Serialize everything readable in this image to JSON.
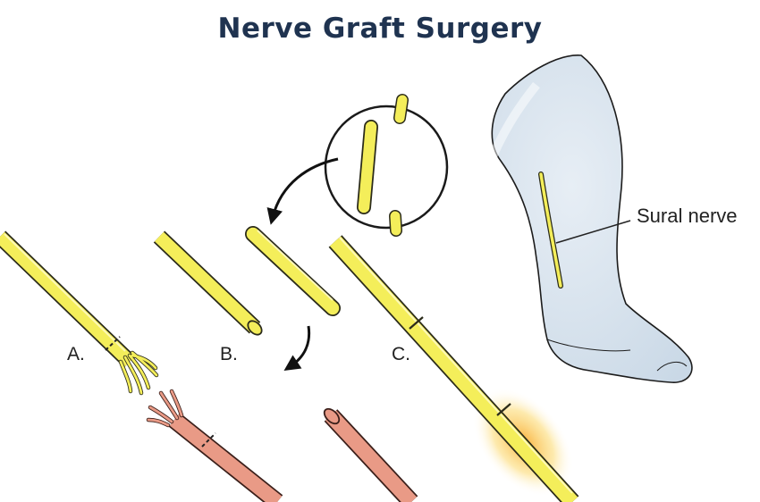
{
  "title": "Nerve Graft Surgery",
  "labels": {
    "a": "A.",
    "b": "B.",
    "c": "C.",
    "sural": "Sural nerve"
  },
  "colors": {
    "title": "#1f3350",
    "nerve_yellow": "#f4ee5a",
    "nerve_outline": "#2b2b1a",
    "damaged_nerve": "#e99a86",
    "leg_fill": "#dbe6ef",
    "glow": "#f7b733"
  }
}
